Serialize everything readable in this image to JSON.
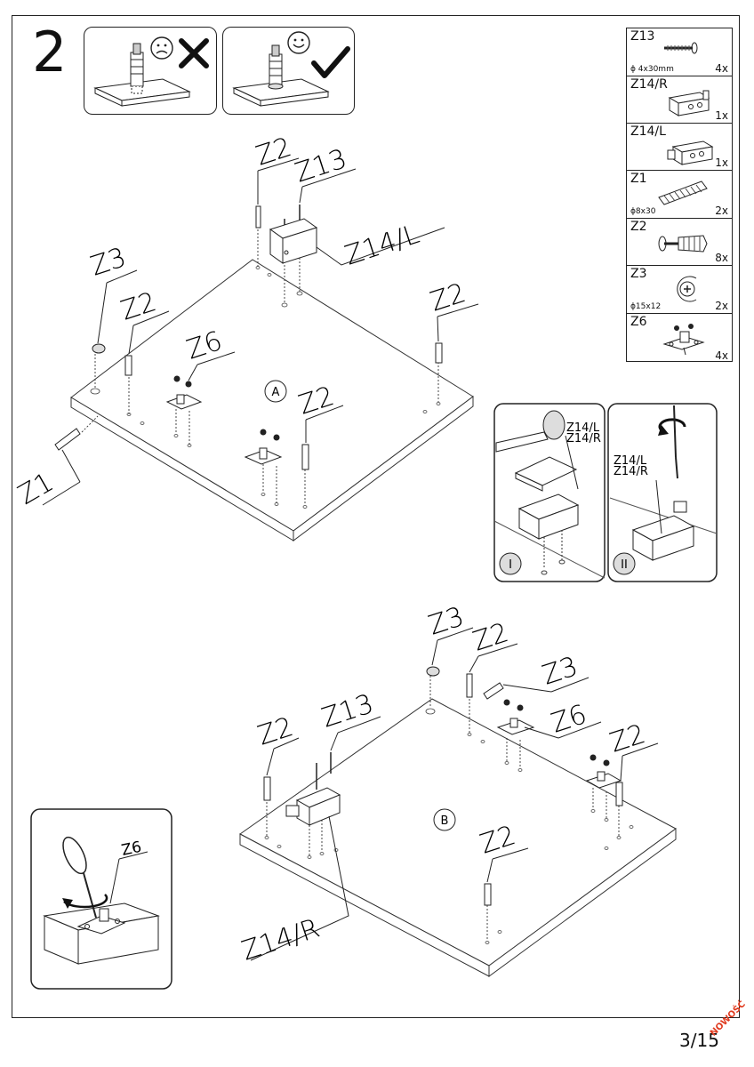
{
  "step": {
    "number": "2"
  },
  "check_panels": {
    "wrong": {
      "face_icon": "sad-face-icon",
      "mark_icon": "cross-icon"
    },
    "right": {
      "face_icon": "smiley-face-icon",
      "mark_icon": "check-icon"
    }
  },
  "hardware": [
    {
      "code": "Z13",
      "spec": "ϕ 4x30mm",
      "qty": "4x",
      "icon": "screw-icon"
    },
    {
      "code": "Z14/R",
      "spec": "",
      "qty": "1x",
      "icon": "connector-right-icon"
    },
    {
      "code": "Z14/L",
      "spec": "",
      "qty": "1x",
      "icon": "connector-left-icon"
    },
    {
      "code": "Z1",
      "spec": "ϕ8x30",
      "qty": "2x",
      "icon": "dowel-icon"
    },
    {
      "code": "Z2",
      "spec": "",
      "qty": "8x",
      "icon": "confirmat-bolt-icon"
    },
    {
      "code": "Z3",
      "spec": "ϕ15x12",
      "qty": "2x",
      "icon": "cam-lock-icon"
    },
    {
      "code": "Z6",
      "spec": "",
      "qty": "4x",
      "icon": "hinge-plate-icon"
    }
  ],
  "panel_a": {
    "marker": "A",
    "labels": {
      "z2_top": "Z2",
      "z13": "Z13",
      "z14l": "Z14/L",
      "z3": "Z3",
      "z2_left": "Z2",
      "z6": "Z6",
      "z2_right": "Z2",
      "z2_mid": "Z2",
      "z1": "Z1"
    }
  },
  "detail_i": {
    "label_l": "Z14/L",
    "label_r": "Z14/R",
    "roman": "I",
    "tool_icon": "hammer-icon"
  },
  "detail_ii": {
    "label_l": "Z14/L",
    "label_r": "Z14/R",
    "roman": "II",
    "tool_icon": "screwdriver-rotate-icon"
  },
  "panel_b": {
    "marker": "B",
    "labels": {
      "z3_top": "Z3",
      "z2_top": "Z2",
      "z3_right": "Z3",
      "z13": "Z13",
      "z2_left": "Z2",
      "z6": "Z6",
      "z2_right": "Z2",
      "z2_mid": "Z2",
      "z14r": "Z14/R"
    }
  },
  "detail_hinge": {
    "label": "Z6",
    "tool_icon": "screwdriver-icon"
  },
  "footer": {
    "page": "3/15",
    "stamp": "NOWOŚĆ"
  }
}
